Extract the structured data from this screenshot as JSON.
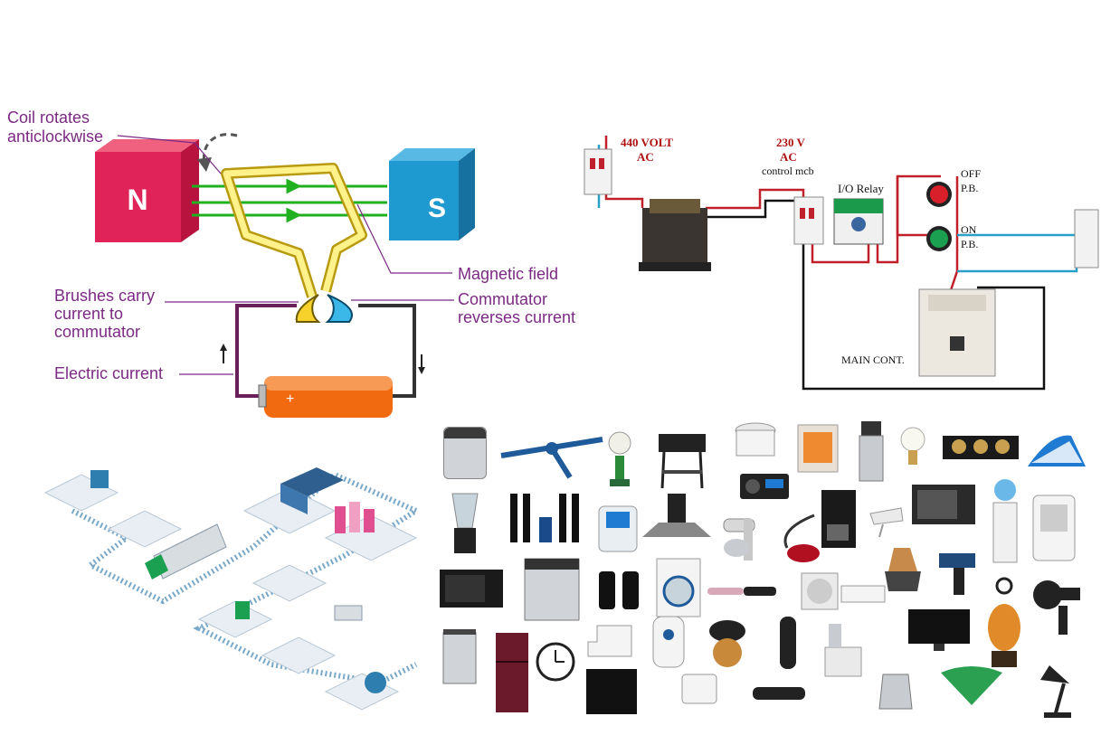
{
  "motor": {
    "n_pole": "N",
    "s_pole": "S",
    "coil_label_1": "Coil rotates",
    "coil_label_2": "anticlockwise",
    "magnetic_field": "Magnetic field",
    "brushes_1": "Brushes carry",
    "brushes_2": "current to",
    "brushes_3": "commutator",
    "commutator_1": "Commutator",
    "commutator_2": "reverses current",
    "electric_current": "Electric current",
    "battery_plus": "+",
    "colors": {
      "north": "#e0245a",
      "south": "#1f9ad1",
      "field": "#20b020",
      "label": "#7b2a83"
    }
  },
  "circuit": {
    "volt_440_1": "440 VOLT",
    "volt_440_2": "AC",
    "volt_230_1": "230 V",
    "volt_230_2": "AC",
    "control_mcb": "control mcb",
    "relay": "I/O Relay",
    "off_1": "OFF",
    "off_2": "P.B.",
    "on_1": "ON",
    "on_2": "P.B.",
    "main_cont": "MAIN CONT.",
    "colors": {
      "red_wire": "#c0202a",
      "blue_wire": "#2aa0c8",
      "label_red": "#b01010"
    }
  },
  "appliances": {
    "icons": [
      "washing-machine-icon",
      "ceiling-fan-icon",
      "oil-lamp-icon",
      "barbecue-grill-icon",
      "rice-cooker-icon",
      "room-heater-icon",
      "juicer-icon",
      "light-bulb-icon",
      "gas-stove-icon",
      "steam-iron-icon",
      "blender-icon",
      "speaker-system-icon",
      "water-purifier-icon",
      "chimney-hood-icon",
      "radio-icon",
      "stand-mixer-icon",
      "vacuum-cleaner-icon",
      "coffee-maker-icon",
      "hand-mixer-icon",
      "oven-icon",
      "water-dispenser-icon",
      "air-cooler-icon",
      "microwave-icon",
      "dishwasher-icon",
      "pc-speakers-icon",
      "front-load-washer-icon",
      "hair-curler-icon",
      "air-conditioner-icon",
      "sandwich-maker-icon",
      "power-drill-icon",
      "hair-dryer-icon",
      "water-boiler-icon",
      "refrigerator-icon",
      "wall-clock-icon",
      "sewing-machine-icon",
      "water-heater-icon",
      "waffle-maker-icon",
      "shaver-icon",
      "mixer-grinder-icon",
      "television-icon",
      "lantern-icon",
      "induction-cooktop-icon",
      "toaster-icon",
      "flashlight-icon",
      "electric-kettle-icon",
      "hand-fan-icon",
      "desk-lamp-icon"
    ]
  }
}
